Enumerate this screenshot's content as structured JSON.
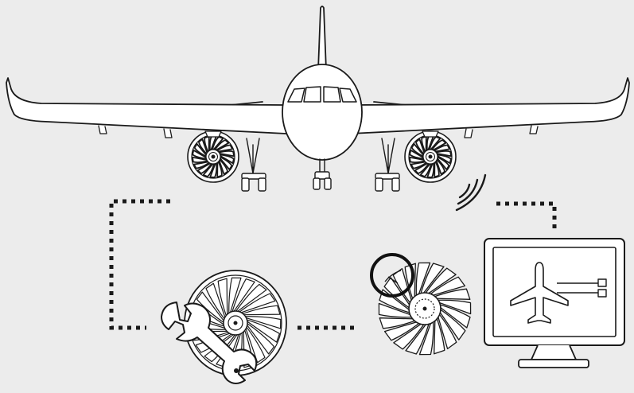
{
  "diagram": {
    "background": "#ececec",
    "stroke": "#1a1a1a",
    "fill": "#ffffff",
    "accent": "#111111",
    "nodes": [
      {
        "id": "aircraft",
        "icon": "airplane-front-icon"
      },
      {
        "id": "wireless-signal",
        "icon": "wifi-signal-icon"
      },
      {
        "id": "engine-maintenance",
        "icon": "engine-fan-with-wrench-icon"
      },
      {
        "id": "damaged-fan",
        "icon": "engine-fan-damage-icon"
      },
      {
        "id": "monitoring-display",
        "icon": "monitor-airplane-icon"
      }
    ],
    "links": [
      {
        "from": "aircraft",
        "to": "engine-maintenance",
        "style": "dotted"
      },
      {
        "from": "engine-maintenance",
        "to": "damaged-fan",
        "style": "dotted"
      },
      {
        "from": "wireless-signal",
        "to": "monitoring-display",
        "style": "dotted"
      }
    ]
  }
}
